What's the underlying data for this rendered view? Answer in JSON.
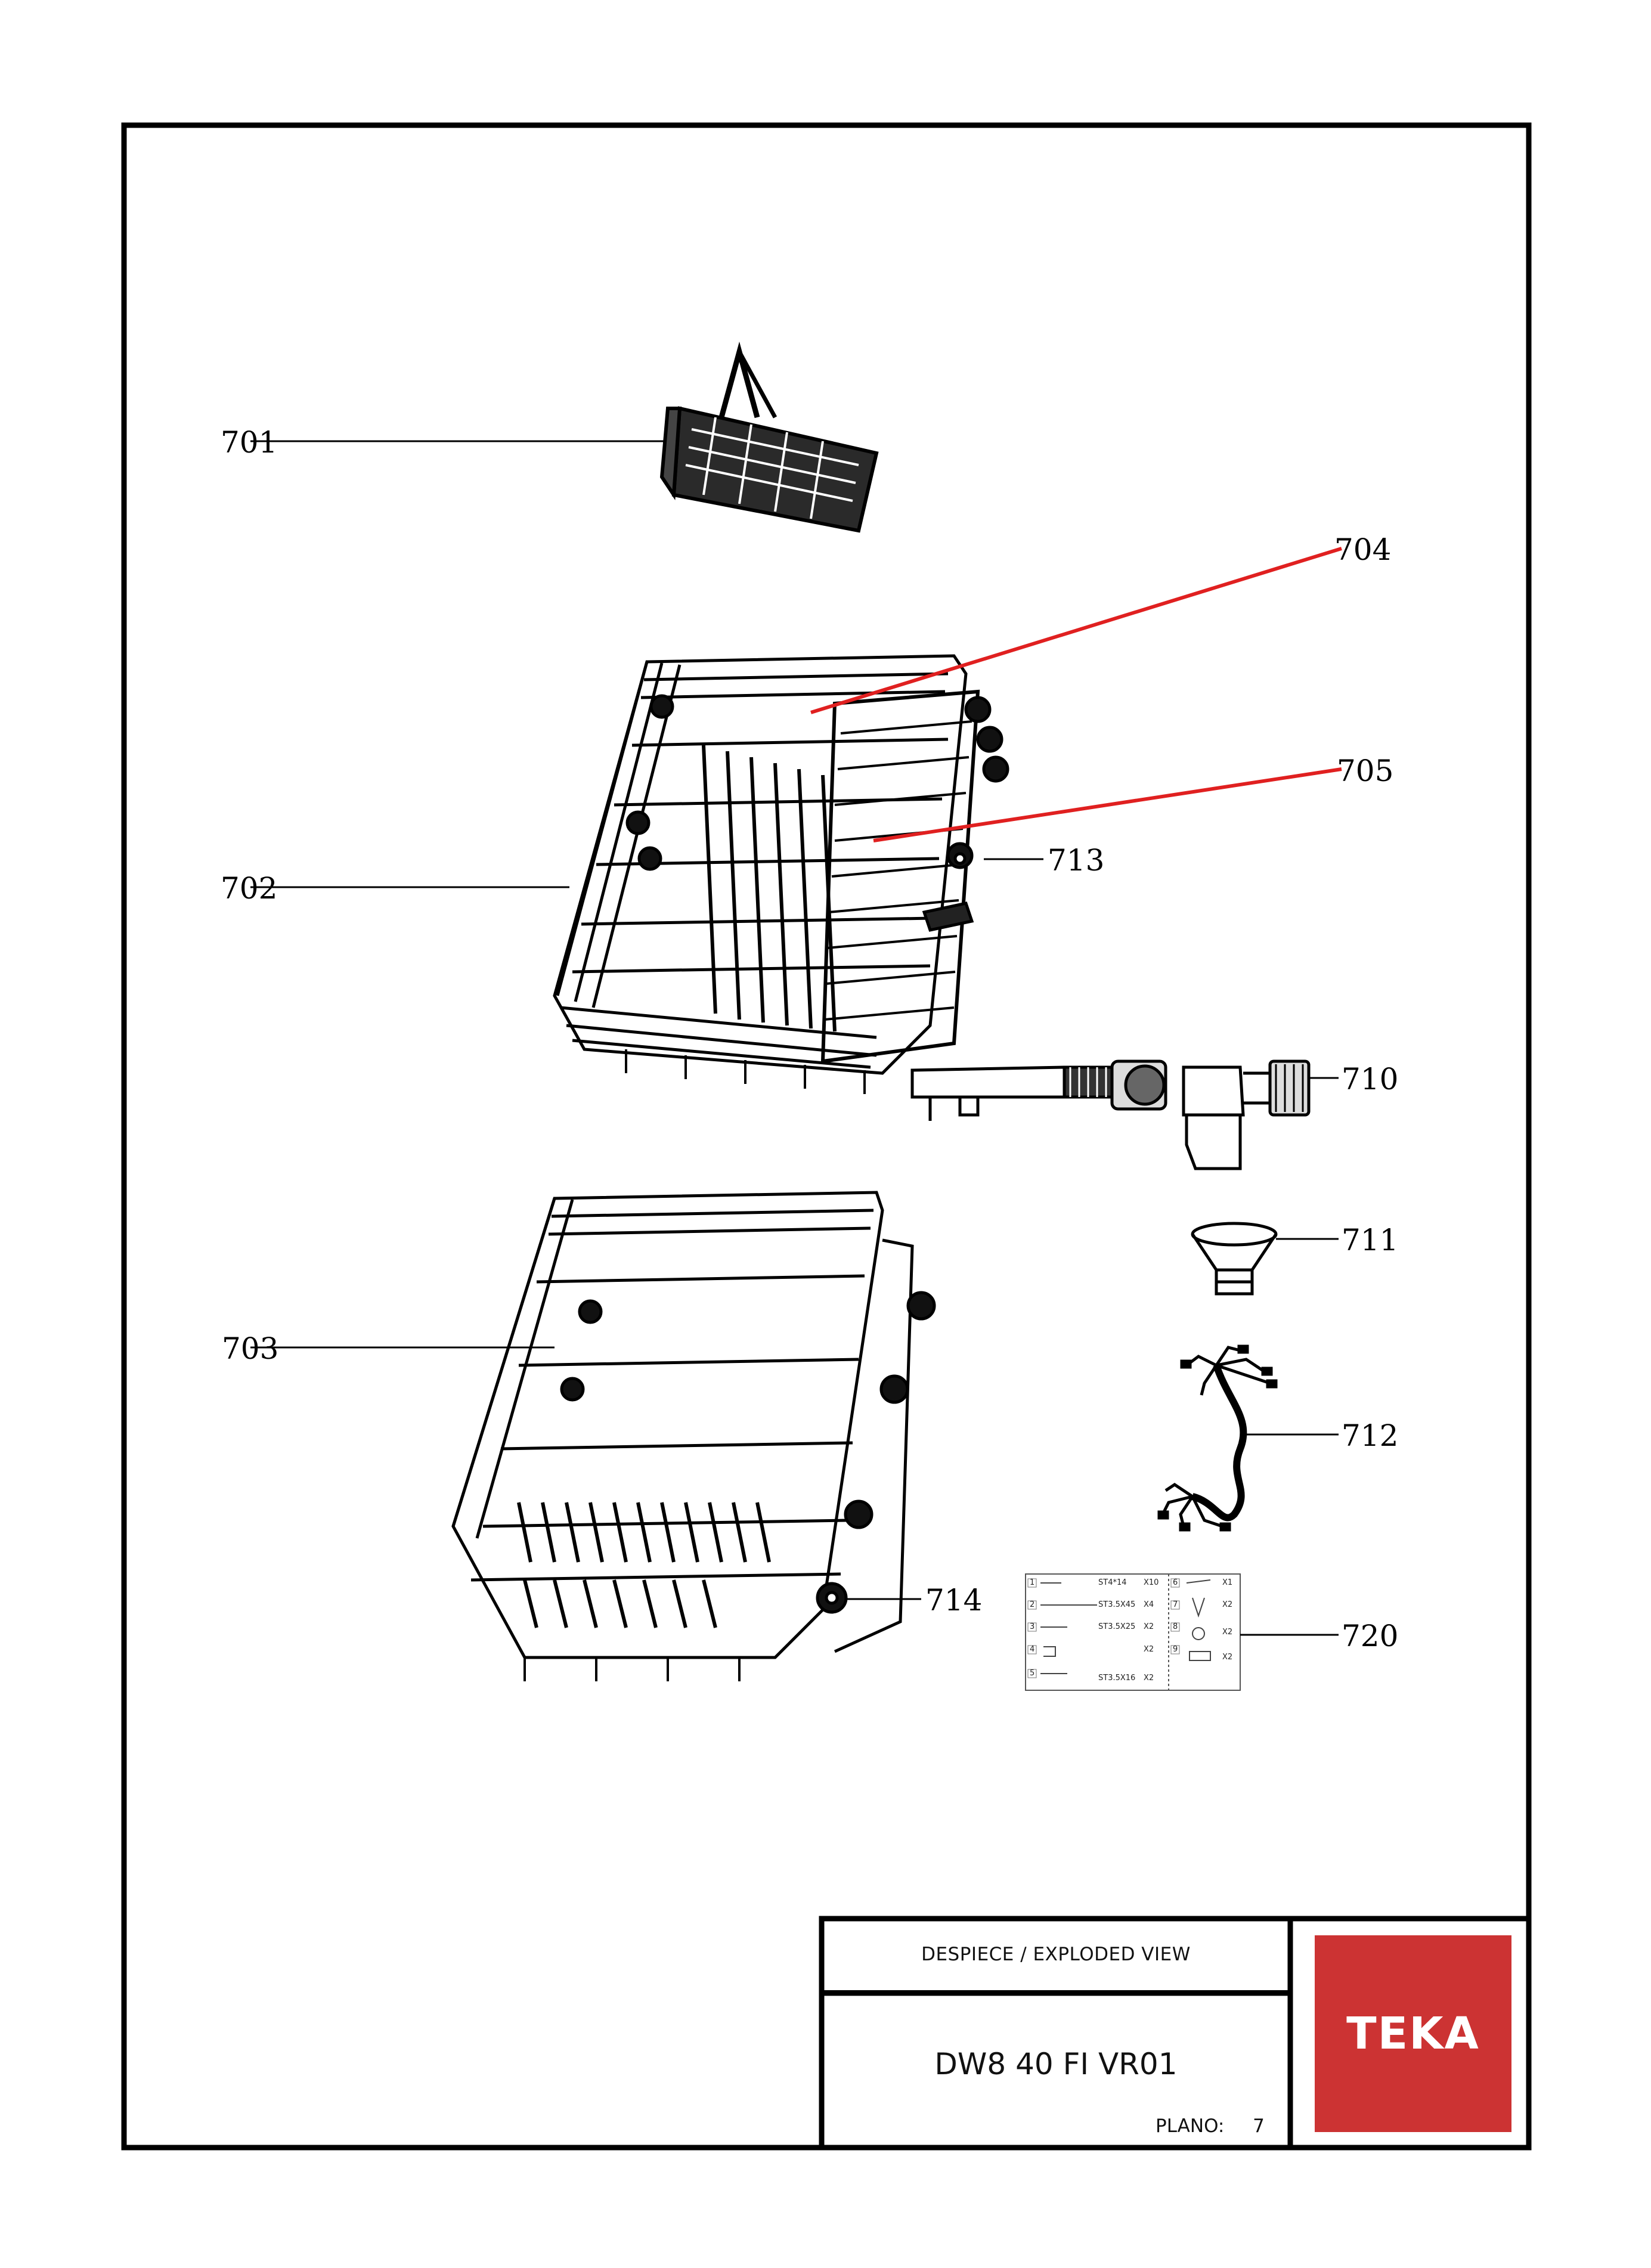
{
  "drawing": {
    "callouts": {
      "c701": "701",
      "c702": "702",
      "c703": "703",
      "c704": "704",
      "c705": "705",
      "c710": "710",
      "c711": "711",
      "c712": "712",
      "c713": "713",
      "c714": "714",
      "c720": "720"
    },
    "leader_colors": {
      "standard": "#000000",
      "highlight": "#e02020"
    },
    "accessory_kit": {
      "rows_left": [
        {
          "num": "1",
          "spec": "ST4*14",
          "qty": "X10"
        },
        {
          "num": "2",
          "spec": "ST3.5X45",
          "qty": "X4"
        },
        {
          "num": "3",
          "spec": "ST3.5X25",
          "qty": "X2"
        },
        {
          "num": "4",
          "spec": "",
          "qty": "X2"
        },
        {
          "num": "5",
          "spec": "ST3.5X16",
          "qty": "X2"
        }
      ],
      "rows_right": [
        {
          "num": "6",
          "qty": "X1"
        },
        {
          "num": "7",
          "qty": "X2"
        },
        {
          "num": "8",
          "qty": "X2"
        },
        {
          "num": "9",
          "qty": "X2"
        }
      ]
    }
  },
  "title_block": {
    "view_label": "DESPIECE / EXPLODED VIEW",
    "model": "DW8 40 FI VR01",
    "plano_label": "PLANO:",
    "plano_number": "7"
  },
  "logo": {
    "text": "TEKA",
    "color": "#cc3333"
  }
}
